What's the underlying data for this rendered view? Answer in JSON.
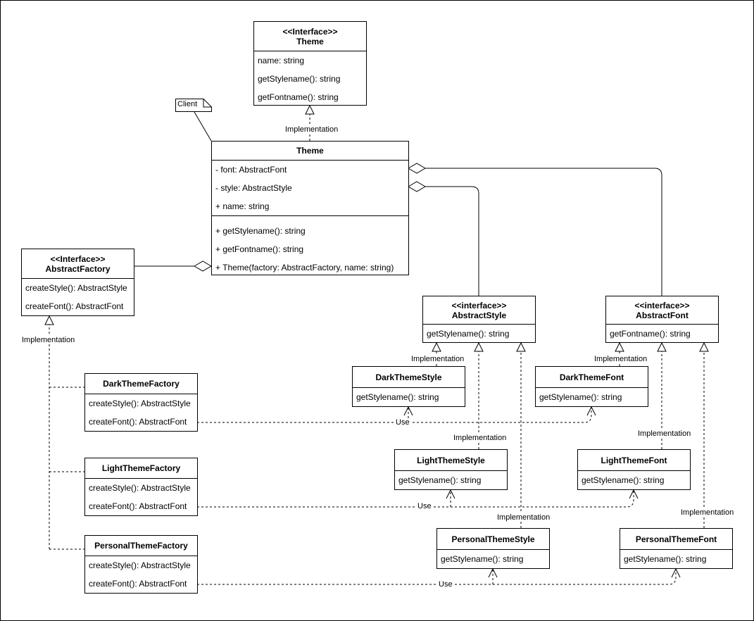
{
  "classes": {
    "theme_interface": {
      "stereotype": "<<Interface>>",
      "name": "Theme",
      "attributes": [
        "name: string",
        "getStylename(): string",
        "getFontname(): string"
      ]
    },
    "theme": {
      "name": "Theme",
      "attributes": [
        "- font: AbstractFont",
        "- style: AbstractStyle",
        "+ name: string"
      ],
      "methods": [
        "+ getStylename(): string",
        "+ getFontname(): string",
        "+ Theme(factory: AbstractFactory, name: string)"
      ]
    },
    "abstract_factory": {
      "stereotype": "<<Interface>>",
      "name": "AbstractFactory",
      "attributes": [
        "createStyle(): AbstractStyle",
        "createFont(): AbstractFont"
      ]
    },
    "abstract_style": {
      "stereotype": "<<interface>>",
      "name": "AbstractStyle",
      "attributes": [
        "getStylename(): string"
      ]
    },
    "abstract_font": {
      "stereotype": "<<interface>>",
      "name": "AbstractFont",
      "attributes": [
        "getFontname(): string"
      ]
    },
    "dark_theme_style": {
      "name": "DarkThemeStyle",
      "attributes": [
        "getStylename(): string"
      ]
    },
    "dark_theme_font": {
      "name": "DarkThemeFont",
      "attributes": [
        "getStylename(): string"
      ]
    },
    "light_theme_style": {
      "name": "LightThemeStyle",
      "attributes": [
        "getStylename(): string"
      ]
    },
    "light_theme_font": {
      "name": "LightThemeFont",
      "attributes": [
        "getStylename(): string"
      ]
    },
    "personal_theme_style": {
      "name": "PersonalThemeStyle",
      "attributes": [
        "getStylename(): string"
      ]
    },
    "personal_theme_font": {
      "name": "PersonalThemeFont",
      "attributes": [
        "getStylename(): string"
      ]
    },
    "dark_theme_factory": {
      "name": "DarkThemeFactory",
      "attributes": [
        "createStyle(): AbstractStyle",
        "createFont(): AbstractFont"
      ]
    },
    "light_theme_factory": {
      "name": "LightThemeFactory",
      "attributes": [
        "createStyle(): AbstractStyle",
        "createFont(): AbstractFont"
      ]
    },
    "personal_theme_factory": {
      "name": "PersonalThemeFactory",
      "attributes": [
        "createStyle(): AbstractStyle",
        "createFont(): AbstractFont"
      ]
    }
  },
  "note": {
    "text": "Client"
  },
  "labels": {
    "implementation": "Implementation",
    "use": "Use"
  },
  "colors": {
    "line": "#000000",
    "background": "#ffffff"
  }
}
